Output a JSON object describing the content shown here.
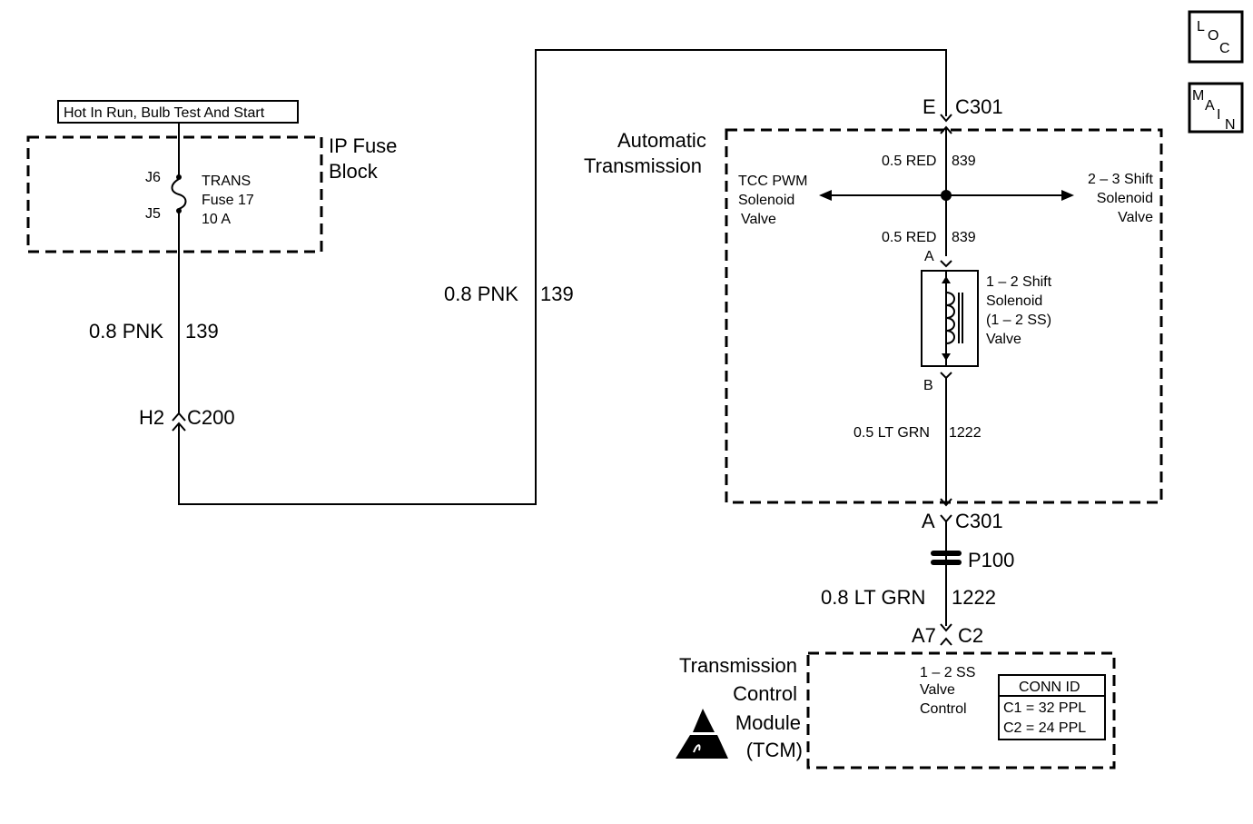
{
  "nav_buttons": {
    "loc": [
      "L",
      "O",
      "C"
    ],
    "main": [
      "M",
      "A",
      "I",
      "N"
    ]
  },
  "power_label": "Hot In Run, Bulb Test And Start",
  "ip_fuse_block": {
    "title_line1": "IP Fuse",
    "title_line2": "Block",
    "pin_top": "J6",
    "pin_bottom": "J5",
    "fuse_line1": "TRANS",
    "fuse_line2": "Fuse 17",
    "fuse_line3": "10 A"
  },
  "wires": {
    "left_wire": {
      "gauge_color": "0.8 PNK",
      "circuit": "139"
    },
    "middle_wire": {
      "gauge_color": "0.8 PNK",
      "circuit": "139"
    },
    "at_upper": {
      "gauge_color": "0.5 RED",
      "circuit": "839"
    },
    "at_lower": {
      "gauge_color": "0.5 RED",
      "circuit": "839"
    },
    "solenoid_out": {
      "gauge_color": "0.5 LT GRN",
      "circuit": "1222"
    },
    "tcm_wire": {
      "gauge_color": "0.8 LT GRN",
      "circuit": "1222"
    }
  },
  "connectors": {
    "c200": {
      "pin": "H2",
      "name": "C200"
    },
    "c301_top": {
      "pin": "E",
      "name": "C301"
    },
    "c301_bottom": {
      "pin": "A",
      "name": "C301"
    },
    "p100": "P100",
    "c2": {
      "pin": "A7",
      "name": "C2"
    },
    "solenoid_pin_a": "A",
    "solenoid_pin_b": "B"
  },
  "automatic_transmission": {
    "title_line1": "Automatic",
    "title_line2": "Transmission",
    "left_branch": [
      "TCC PWM",
      "Solenoid",
      "Valve"
    ],
    "right_branch": [
      "2 – 3 Shift",
      "Solenoid",
      "Valve"
    ],
    "solenoid": [
      "1 – 2 Shift",
      "Solenoid",
      "(1 – 2 SS)",
      "Valve"
    ]
  },
  "tcm": {
    "title": [
      "Transmission",
      "Control",
      "Module",
      "(TCM)"
    ],
    "function": [
      "1 – 2 SS",
      "Valve",
      "Control"
    ],
    "conn_id_header": "CONN ID",
    "conn_id_rows": [
      "C1 = 32 PPL",
      "C2 = 24 PPL"
    ]
  }
}
